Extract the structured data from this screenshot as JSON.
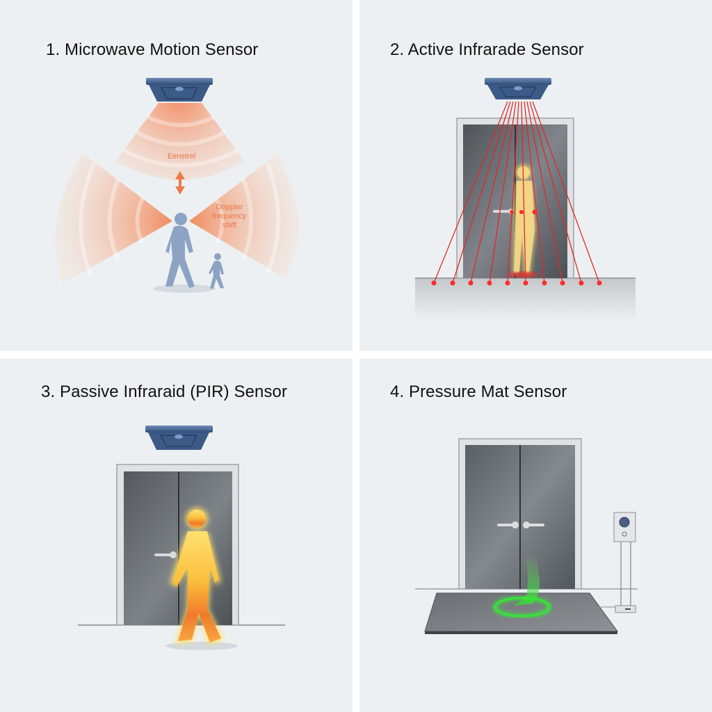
{
  "panels": [
    {
      "title": "1. Microwave Motion Sensor",
      "labels": {
        "beam": "Eenstrel",
        "doppler_line1": "Doppler",
        "doppler_line2": "frequency",
        "doppler_line3": "shift"
      },
      "icons": [
        "ceiling-sensor-icon",
        "microwave-wave-icon",
        "double-arrow-icon",
        "adult-walking-icon",
        "child-walking-icon"
      ]
    },
    {
      "title": "2. Active Infrarade Sensor",
      "icons": [
        "ceiling-sensor-icon",
        "door-icon",
        "infrared-beam-icon",
        "person-silhouette-icon",
        "floor-reflector-icon"
      ],
      "beam_count": 10
    },
    {
      "title": "3. Passive Infraraid (PIR) Sensor",
      "icons": [
        "ceiling-sensor-icon",
        "door-icon",
        "heat-signature-person-icon"
      ]
    },
    {
      "title": "4. Pressure Mat Sensor",
      "icons": [
        "door-icon",
        "pressure-mat-icon",
        "footstep-glow-icon",
        "control-unit-icon"
      ]
    }
  ],
  "colors": {
    "background": "#edf0f2",
    "sensor_blue": "#4a6a95",
    "microwave_orange": "#f08a5d",
    "infrared_red": "#e02020",
    "heat_yellow": "#ffd24a",
    "heat_orange": "#f07a2a",
    "pressure_green": "#33dd33",
    "door_gray": "#5e6368"
  }
}
